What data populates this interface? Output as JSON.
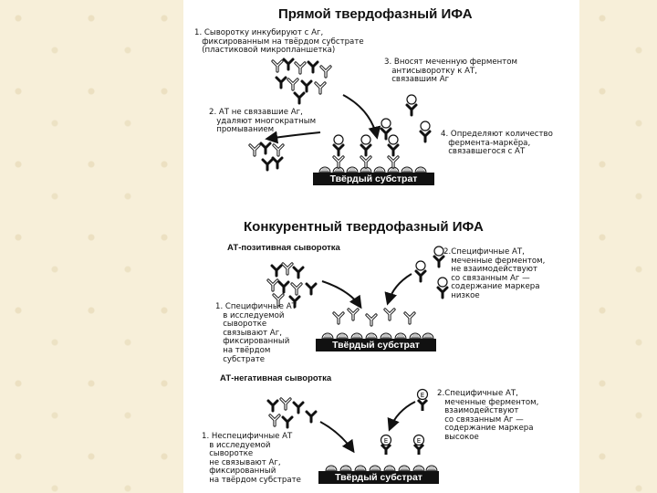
{
  "direct": {
    "title": "Прямой твердофазный ИФА",
    "step1": "1. Сыворотку инкубируют с Аг,\n   фиксированным на твёрдом субстрате\n   (пластиковой микропланшетка)",
    "step2": "2. АТ не связавшие Аг,\n   удаляют многократным\n   промыванием",
    "step3": "3. Вносят меченную ферментом\n   антисыворотку к АТ,\n   связавшим Аг",
    "step4": "4. Определяют количество\n   фермента-маркёра,\n   связавшегося с АТ",
    "substrate": "Твёрдый субстрат"
  },
  "competitive": {
    "title": "Конкурентный твердофазный ИФА",
    "positive": {
      "heading": "АТ-позитивная сыворотка",
      "step1": "1. Специфичные АТ\n   в исследуемой\n   сыворотке\n   связывают Аг,\n   фиксированный\n   на твёрдом\n   субстрате",
      "step2": "2.Специфичные АТ,\n   меченные ферментом,\n   не взаимодействуют\n   со связанным Аг —\n   содержание маркера\n   низкое",
      "substrate": "Твёрдый субстрат"
    },
    "negative": {
      "heading": "АТ-негативная сыворотка",
      "step1": "1. Неспецифичные АТ\n   в исследуемой\n   сыворотке\n   не связывают Аг,\n   фиксированный\n   на твёрдом субстрате",
      "step2": "2.Специфичные АТ,\n   меченные ферментом,\n   взаимодействуют\n   со связанным Аг —\n   содержание маркера\n   высокое",
      "substrate": "Твёрдый субстрат"
    }
  },
  "enzyme_marker": "Е"
}
